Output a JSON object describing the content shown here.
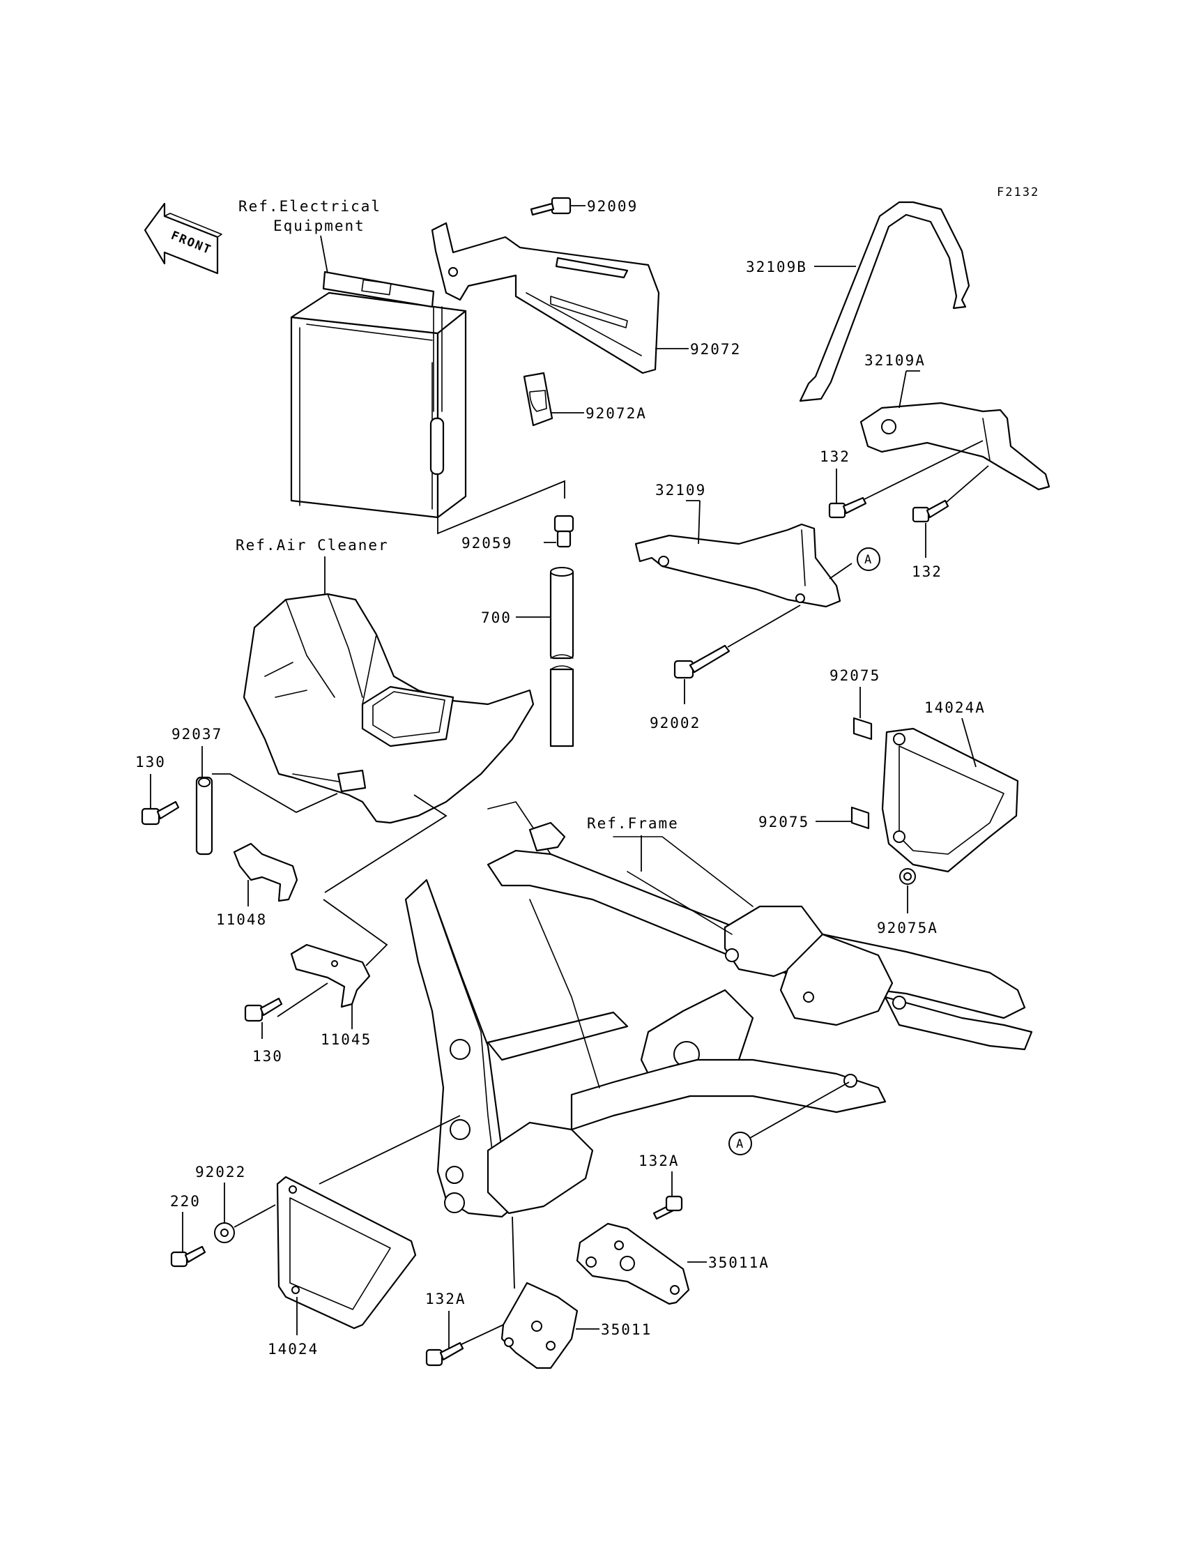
{
  "figure_code": "F2132",
  "front_arrow": {
    "label": "FRONT",
    "icon": "front-arrow-icon"
  },
  "references": {
    "electrical": "Ref.Electrical\nEquipment",
    "electrical_line1": "Ref.Electrical",
    "electrical_line2": "Equipment",
    "air_cleaner": "Ref.Air Cleaner",
    "frame": "Ref.Frame"
  },
  "callouts": {
    "p92009": "92009",
    "p92072": "92072",
    "p92072A": "92072A",
    "p32109B": "32109B",
    "p32109A": "32109A",
    "p132_top": "132",
    "p132_right": "132",
    "p32109": "32109",
    "p92059": "92059",
    "p700": "700",
    "p92002": "92002",
    "p92075_top": "92075",
    "p14024A": "14024A",
    "p92075_mid": "92075",
    "p92075A": "92075A",
    "p92037": "92037",
    "p130_left": "130",
    "p11048": "11048",
    "p11045": "11045",
    "p130_bottom": "130",
    "p92022": "92022",
    "p220": "220",
    "p14024": "14024",
    "p132A_right": "132A",
    "p35011A": "35011A",
    "p132A_left": "132A",
    "p35011": "35011",
    "marker_a1": "A",
    "marker_a2": "A"
  }
}
